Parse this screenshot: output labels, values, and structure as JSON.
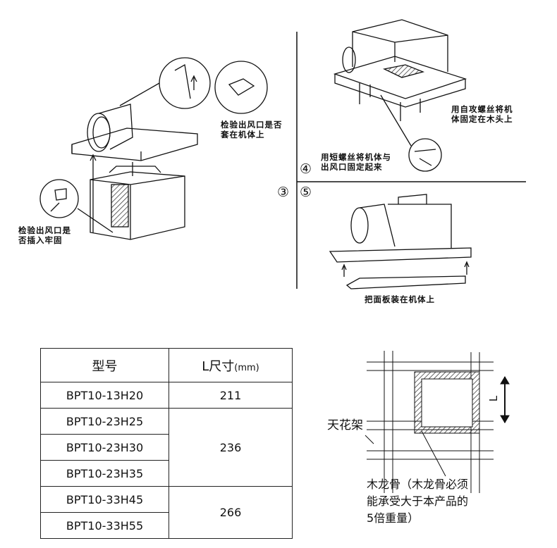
{
  "steps": {
    "s3": "③",
    "s4": "④",
    "s5": "⑤",
    "s3_label_top": "检验出风口是否套在机体上",
    "s3_label_top_l1": "检验出风口是否",
    "s3_label_top_l2": "套在机体上",
    "s3_label_bottom_l1": "检验出风口是",
    "s3_label_bottom_l2": "否插入牢固",
    "s4_label_right_l1": "用自攻螺丝将机",
    "s4_label_right_l2": "体固定在木头上",
    "s4_label_left_l1": "用短螺丝将机体与",
    "s4_label_left_l2": "出风口固定起来",
    "s5_label": "把面板装在机体上"
  },
  "table": {
    "header": {
      "model": "型号",
      "size": "L尺寸",
      "unit": "(mm)"
    },
    "rows": [
      {
        "model": "BPT10-13H20",
        "size": "211"
      },
      {
        "model": "BPT10-23H25",
        "size": "236"
      },
      {
        "model": "BPT10-23H30"
      },
      {
        "model": "BPT10-23H35"
      },
      {
        "model": "BPT10-33H45",
        "size": "266"
      },
      {
        "model": "BPT10-33H55"
      }
    ]
  },
  "ceiling_diagram": {
    "frame_label": "天花架",
    "dimension_label": "L",
    "note_l1": "木龙骨（木龙骨必须",
    "note_l2": "能承受大于本产品的",
    "note_l3": "5倍重量）"
  }
}
